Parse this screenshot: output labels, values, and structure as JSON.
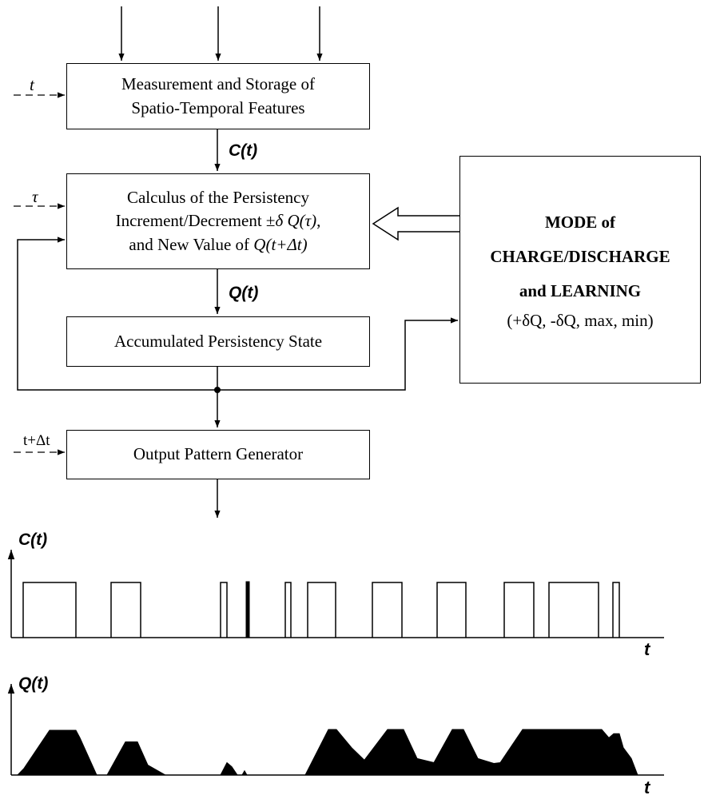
{
  "blocks": {
    "measurement": {
      "line1": "Measurement and Storage of",
      "line2": "Spatio-Temporal Features"
    },
    "calculus": {
      "line1": "Calculus of the Persistency",
      "line2_text": "Increment/Decrement ±",
      "line2_math": "δ Q(τ)",
      "line2_end": ",",
      "line3_text": "and New Value of ",
      "line3_math": "Q(t+Δt)"
    },
    "accumulated": {
      "label": "Accumulated Persistency State"
    },
    "output": {
      "label": "Output Pattern Generator"
    },
    "mode": {
      "line1": "MODE of",
      "line2": "CHARGE/DISCHARGE",
      "line3": "and LEARNING",
      "line4": "(+δQ,  -δQ,  max,  min)"
    }
  },
  "signals": {
    "c_of_t": "C(t)",
    "q_of_t": "Q(t)",
    "input_t": "t",
    "input_tau": "τ",
    "input_t_dt": "t+Δt"
  },
  "plots": {
    "c_plot": {
      "ylabel": "C(t)",
      "xlabel": "t"
    },
    "q_plot": {
      "ylabel": "Q(t)",
      "xlabel": "t"
    }
  },
  "chart_data": [
    {
      "type": "line",
      "ylabel": "C(t)",
      "xlabel": "t",
      "pulses": [
        [
          29,
          95
        ],
        [
          139,
          176
        ],
        [
          276,
          284
        ],
        [
          309,
          311
        ],
        [
          357,
          364
        ],
        [
          385,
          420
        ],
        [
          466,
          503
        ],
        [
          547,
          583
        ],
        [
          631,
          668
        ],
        [
          687,
          749
        ],
        [
          767,
          775
        ]
      ]
    },
    {
      "type": "area",
      "ylabel": "Q(t)",
      "xlabel": "t",
      "x": [
        22,
        30,
        62,
        95,
        100,
        121,
        134,
        157,
        172,
        185,
        207,
        216,
        276,
        284,
        290,
        297,
        303,
        306,
        309,
        382,
        411,
        421,
        440,
        456,
        485,
        505,
        522,
        543,
        566,
        580,
        598,
        618,
        626,
        654,
        690,
        712,
        753,
        762,
        768,
        775,
        780,
        790,
        798,
        812
      ],
      "y": [
        0,
        8,
        54,
        54,
        45,
        0,
        0,
        40,
        40,
        12,
        0,
        0,
        0,
        15,
        10,
        0,
        0,
        5,
        0,
        0,
        55,
        55,
        33,
        18,
        55,
        55,
        20,
        15,
        55,
        55,
        20,
        14,
        15,
        55,
        55,
        55,
        55,
        45,
        50,
        50,
        33,
        20,
        0,
        0
      ]
    }
  ]
}
